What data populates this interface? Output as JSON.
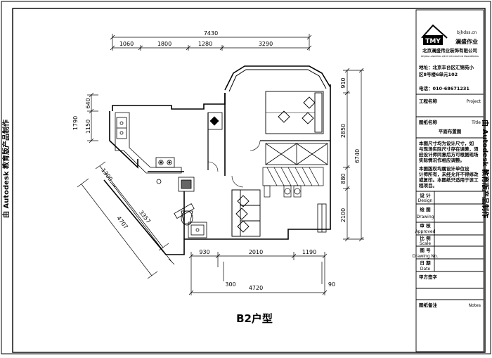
{
  "drawing": {
    "title": "B2户型",
    "watermark": "由 Autodesk 教育版产品制作"
  },
  "dimensions": {
    "top_total": "7430",
    "top_segments": [
      "1060",
      "1800",
      "1280",
      "3290"
    ],
    "right_total": "6740",
    "right_segments": [
      "910",
      "2850",
      "880",
      "2100"
    ],
    "left_segments": [
      "1790",
      "640",
      "1150"
    ],
    "diag_segments": [
      "1300",
      "4707",
      "3357"
    ],
    "bottom_segments": [
      "930",
      "2010",
      "1190"
    ],
    "bottom_small": [
      "300",
      "90"
    ],
    "bottom_total": "4720"
  },
  "title_block": {
    "logo_mark": "TMY",
    "logo_text": "澜盛作业",
    "logo_url": "bjhdss.cn",
    "company": "北京澜盛伟业装饰有限公司",
    "company_en": "BEIJING LANSHENG WEIYE DECORATION ENGINEERING",
    "address_label": "地址：北京丰台区汇锦苑小",
    "address_line2": "区8号楼6单元102",
    "phone": "电话：010-68671231",
    "project_label": "工程名称",
    "project_en": "Project",
    "drawing_name_label": "图纸名称",
    "drawing_name_en": "Title",
    "drawing_name_value": "平面布置图",
    "notes": [
      "本图尺寸均为设计尺寸，如",
      "与现场实际尺寸存在误差，须",
      "经设计师同意后方可根据现场",
      "实际情况作相应调整。",
      "本图版权均属设计单位设",
      "计师所有，未经允许不得修改",
      "或复印。本图纸只适用于该工",
      "程项目。"
    ],
    "rows": [
      {
        "cn": "设    计",
        "en": "Design"
      },
      {
        "cn": "绘    图",
        "en": "Drawing"
      },
      {
        "cn": "审    核",
        "en": "Approved"
      },
      {
        "cn": "比    例",
        "en": "Scale"
      },
      {
        "cn": "图    号",
        "en": "Drawing No."
      },
      {
        "cn": "日    期",
        "en": "Date"
      }
    ],
    "sign_label": "甲方签字",
    "remark_label": "图纸备注",
    "remark_en": "Notes"
  }
}
